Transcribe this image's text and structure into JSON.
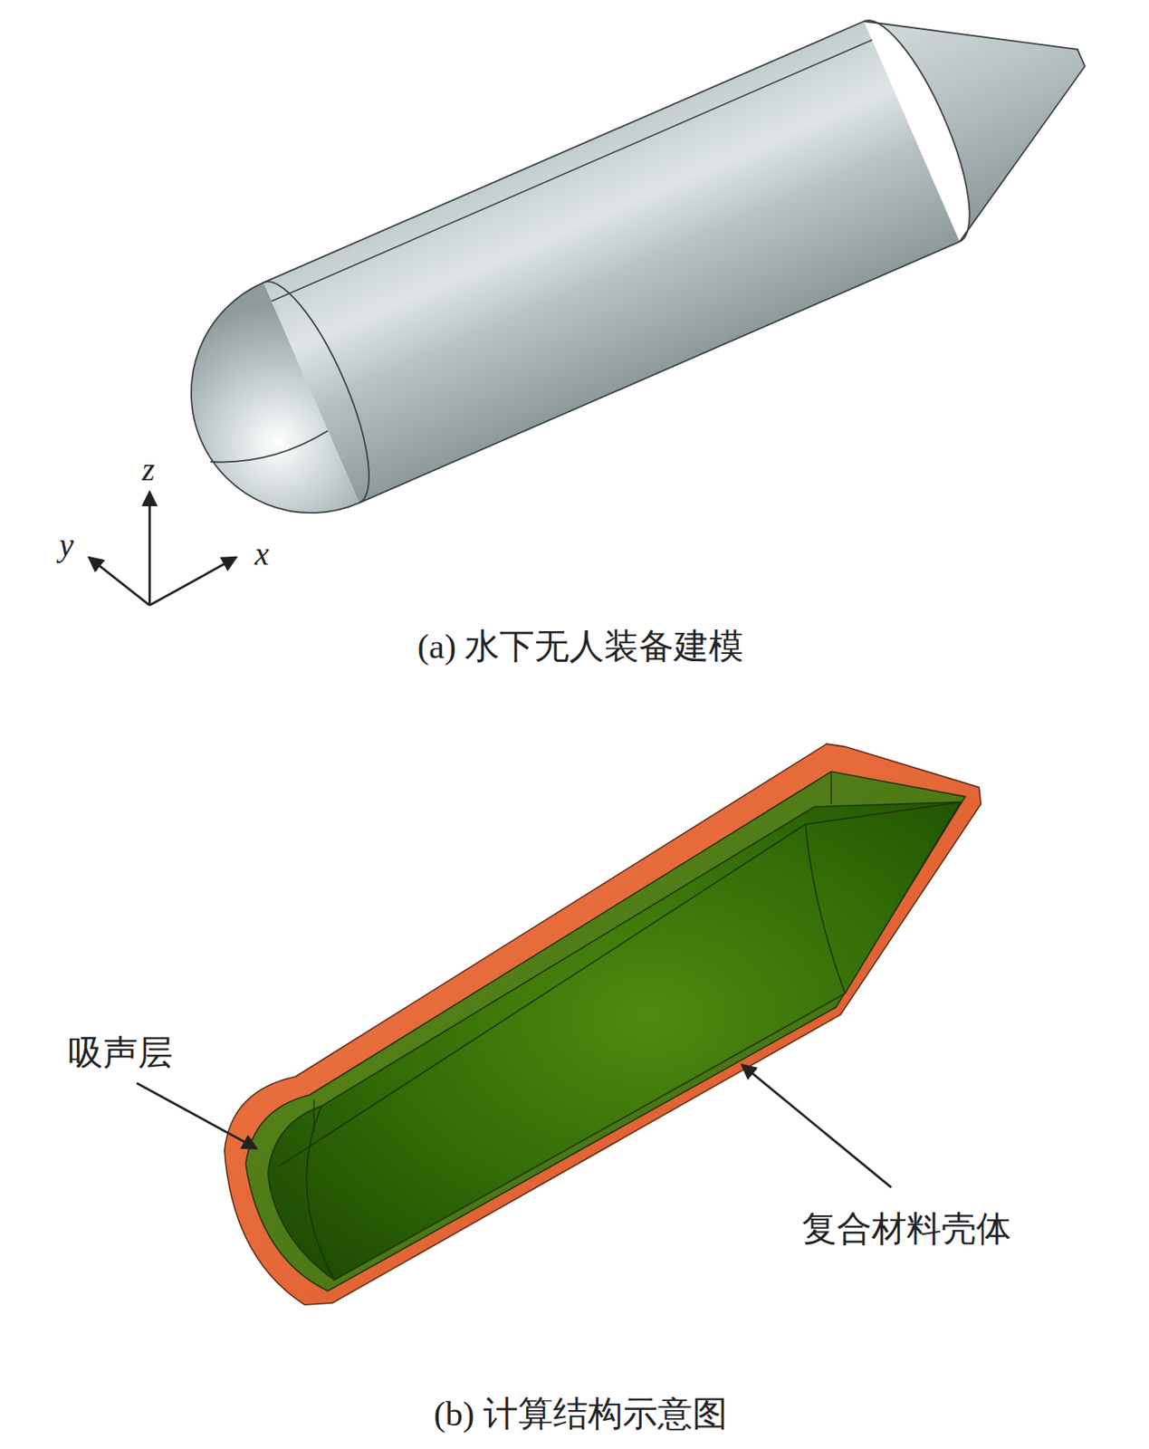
{
  "diagram": {
    "labels": [
      "z",
      "y",
      "x",
      "(a) 水下无人装备建模",
      "吸声层",
      "复合材料壳体",
      "(b) 计算结构示意图"
    ]
  }
}
